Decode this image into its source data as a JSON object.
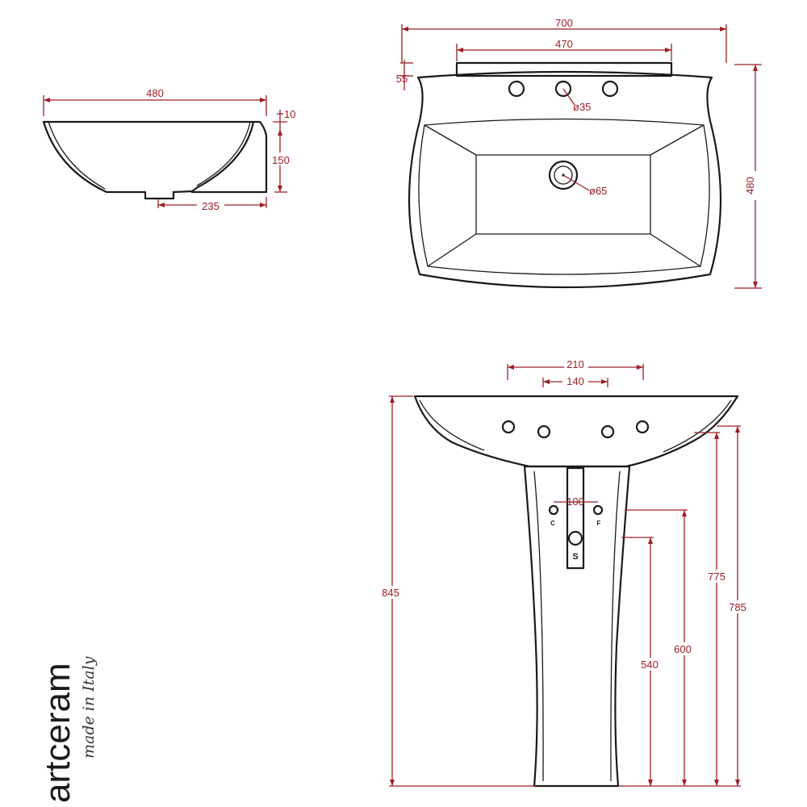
{
  "brand": {
    "name": "artceram",
    "tagline": "made in Italy"
  },
  "colors": {
    "dimension": "#9c1f24",
    "outline": "#1a1a1a",
    "background": "#ffffff"
  },
  "side_view": {
    "width": "480",
    "rim": "10",
    "height": "150",
    "drain_offset": "235"
  },
  "top_view": {
    "overall_width": "700",
    "back_width": "470",
    "back_ledge": "55",
    "depth": "480",
    "tap_hole": "ø35",
    "drain_hole": "ø65"
  },
  "front_view": {
    "outer_holes": "210",
    "inner_holes": "140",
    "supply_spacing": "100",
    "cold_mark": "C",
    "hot_mark": "F",
    "drain_mark": "S",
    "total_height": "845",
    "rim_height": "785",
    "bowl_height": "775",
    "supply_height": "600",
    "drain_height": "540"
  }
}
